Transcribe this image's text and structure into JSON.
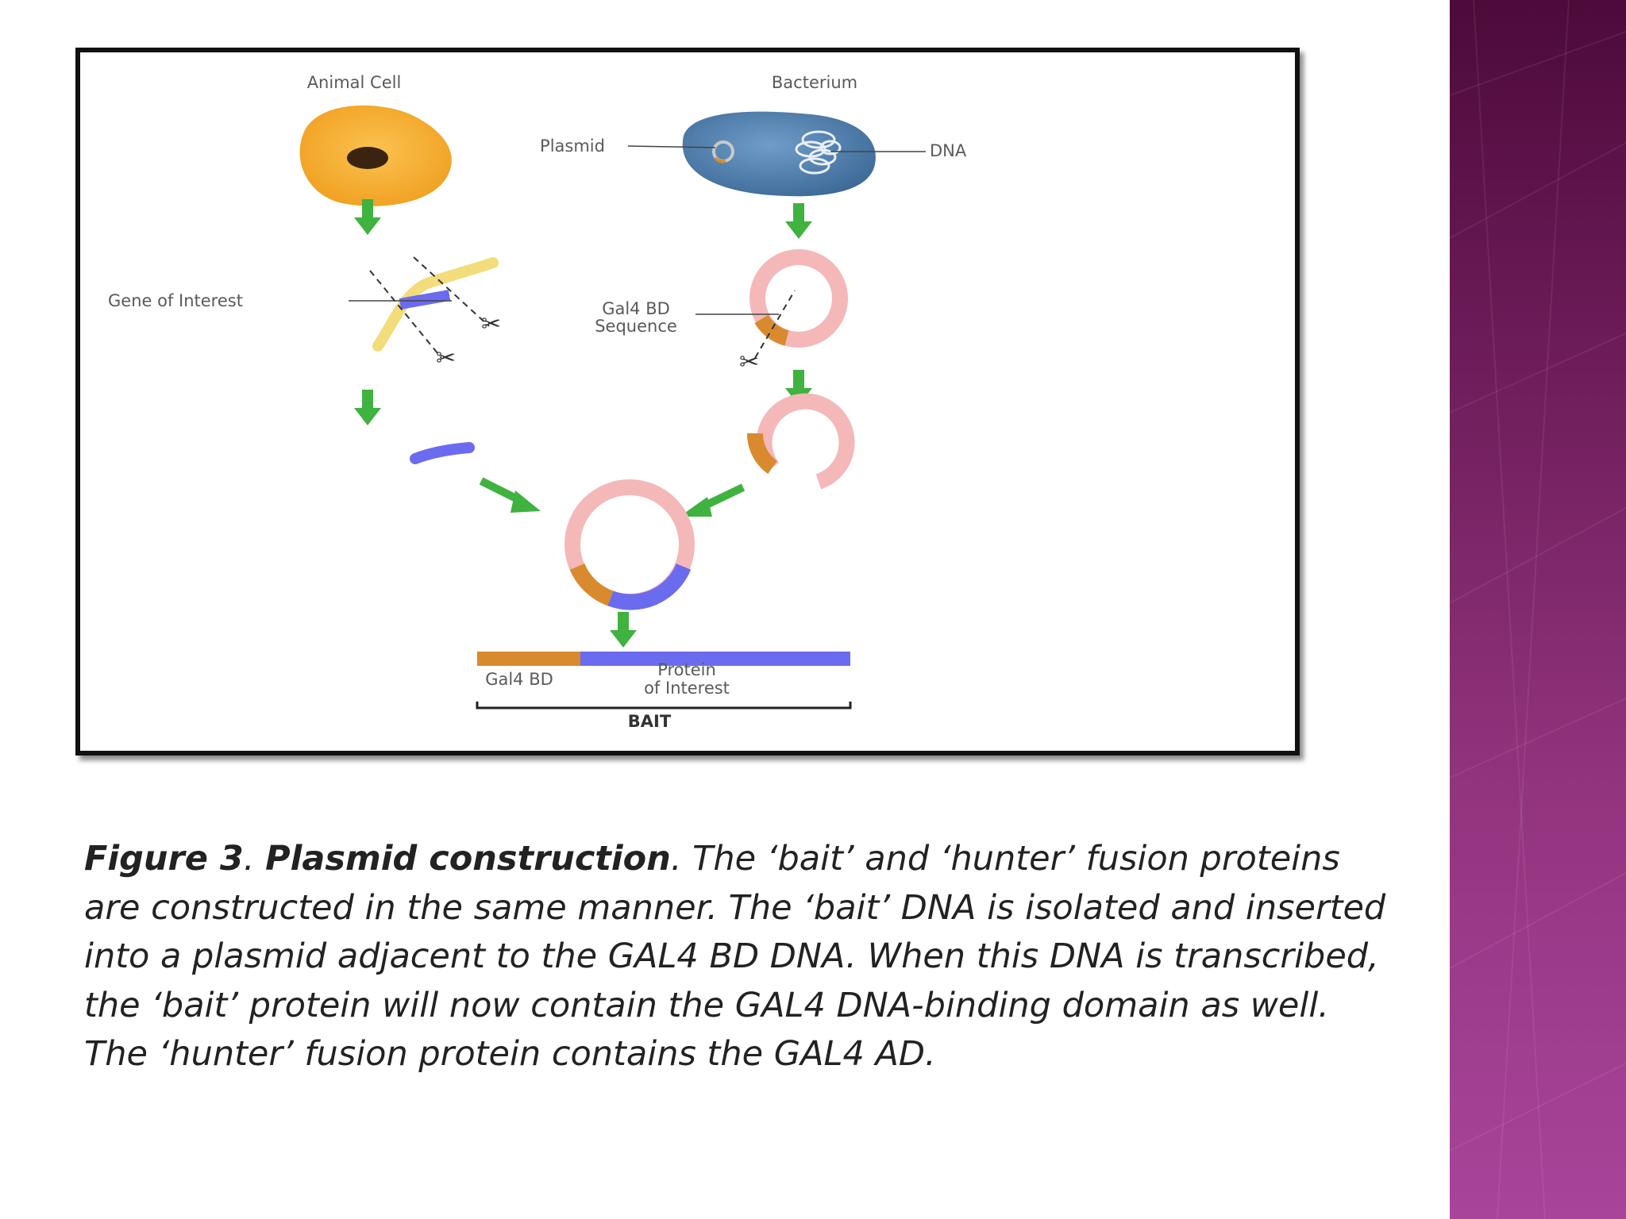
{
  "figure": {
    "labels": {
      "animal_cell": "Animal Cell",
      "bacterium": "Bacterium",
      "plasmid": "Plasmid",
      "dna": "DNA",
      "gene_of_interest": "Gene of Interest",
      "gal4_bd_sequence_line1": "Gal4 BD",
      "gal4_bd_sequence_line2": "Sequence",
      "gal4_bd": "Gal4 BD",
      "protein_line1": "Protein",
      "protein_line2": "of Interest",
      "bait": "BAIT"
    }
  },
  "caption": {
    "lead": "Figure 3",
    "lead_sep": ". ",
    "title": "Plasmid construction",
    "body": ". The ‘bait’ and ‘hunter’ fusion proteins are constructed in the same manner. The ‘bait’ DNA is isolated and inserted into a plasmid adjacent to the GAL4 BD DNA. When this DNA is transcribed, the ‘bait’ protein will now contain the GAL4 DNA-binding domain as well. The ‘hunter’ fusion protein contains the GAL4 AD."
  },
  "colors": {
    "cell": "#f5a623",
    "bacterium": "#4e7fae",
    "gene_blue": "#6b6bf0",
    "gal4_orange": "#d98a2e",
    "plasmid_pink": "#f4b8b8",
    "arrow_green": "#3fb23f",
    "side_bar": "#8a2a74"
  }
}
